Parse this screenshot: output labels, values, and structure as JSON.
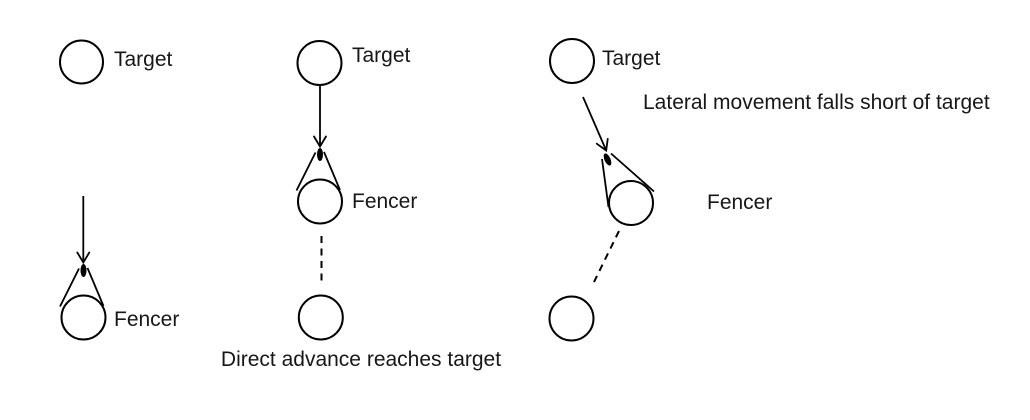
{
  "diagram": {
    "colors": {
      "stroke": "#000000",
      "text": "#171717",
      "background": "#ffffff"
    },
    "icons": {
      "target-icon": "outlined-circle",
      "fencer-icon": "outlined-circle-with-cone-and-filled-tip-dot",
      "advance-arrow-icon": "straight-line-open-arrowhead",
      "movement-path-icon": "dashed-line",
      "start-position-icon": "outlined-circle"
    },
    "legend": {
      "target_label": "Target",
      "fencer_label": "Fencer"
    },
    "direct": {
      "target_label": "Target",
      "fencer_label": "Fencer",
      "caption": "Direct advance reaches target"
    },
    "lateral": {
      "target_label": "Target",
      "fencer_label": "Fencer",
      "caption": "Lateral movement falls short of target"
    }
  }
}
